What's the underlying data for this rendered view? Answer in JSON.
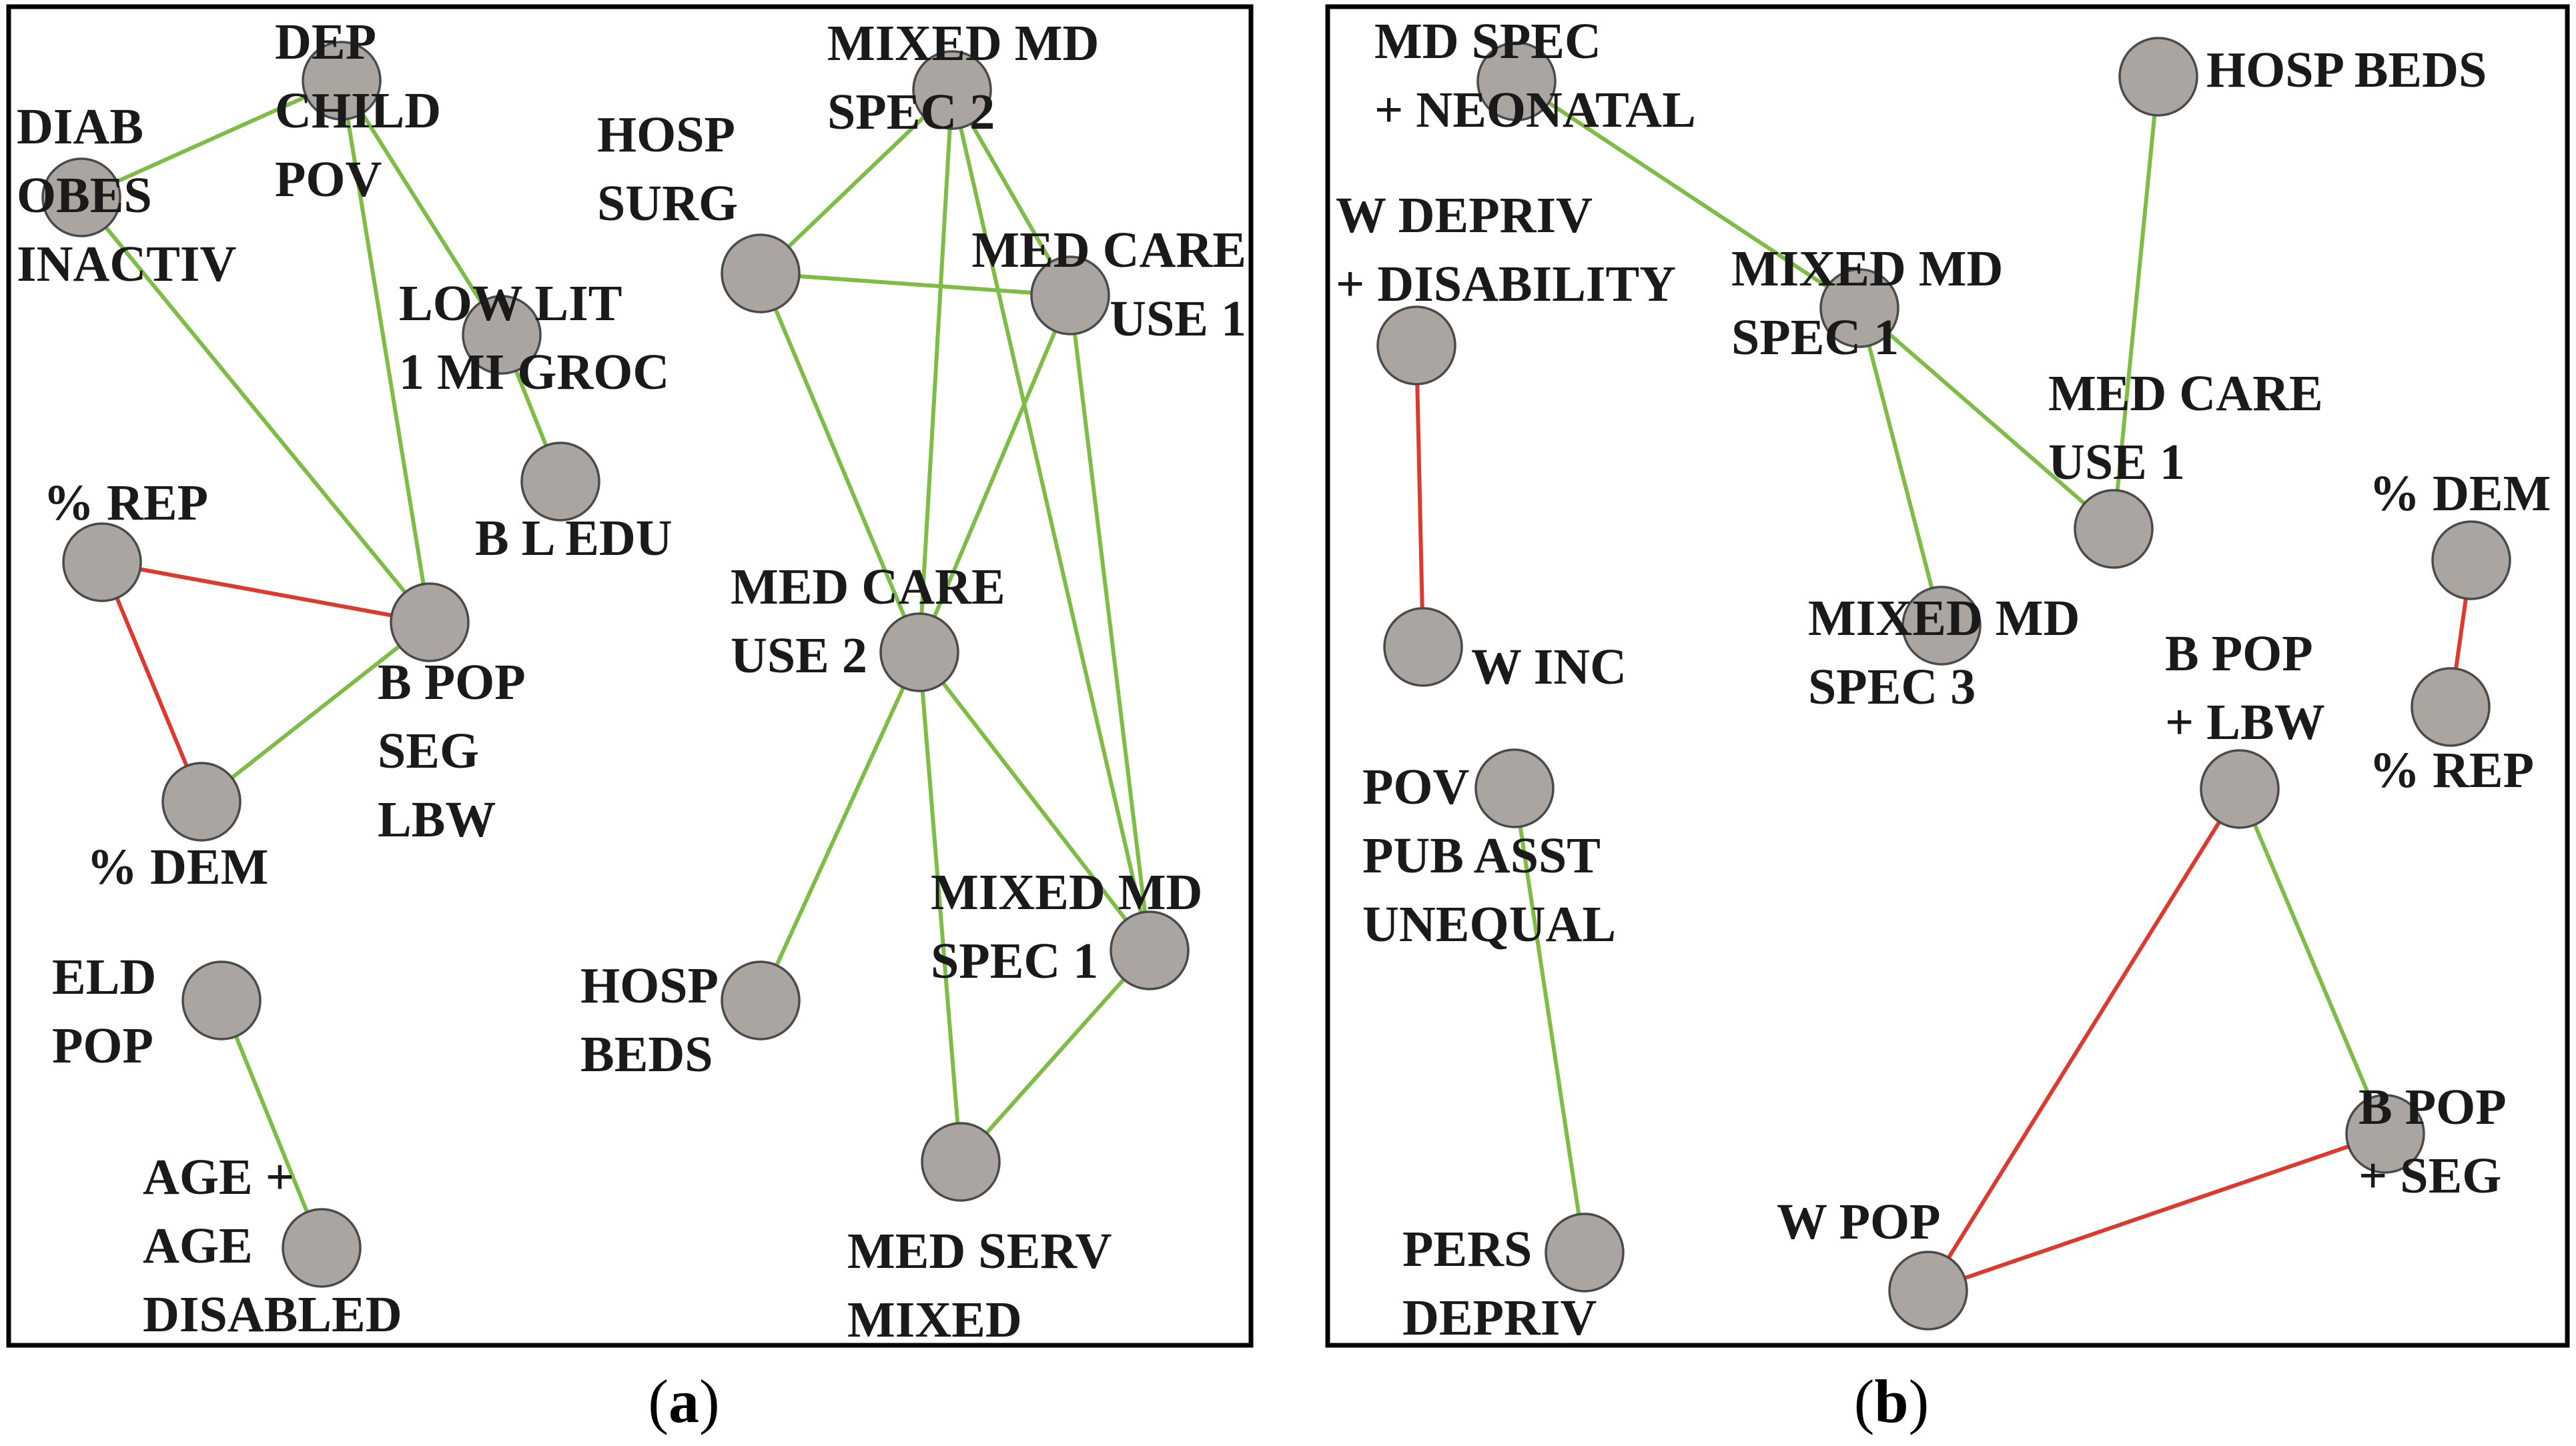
{
  "colors": {
    "positive_edge": "#7dbd45",
    "negative_edge": "#dc3a2f",
    "node_fill": "#aba5a2"
  },
  "panels": [
    {
      "id": "a",
      "label": "a",
      "nodes": [
        {
          "id": "dep-child-pov",
          "label": [
            "DEP",
            "CHILD",
            "POV"
          ]
        },
        {
          "id": "diab-obes-inactiv",
          "label": [
            "DIAB",
            "OBES",
            "INACTIV"
          ]
        },
        {
          "id": "low-lit",
          "label": [
            "LOW LIT",
            "1 MI GROC"
          ]
        },
        {
          "id": "b-l-edu",
          "label": [
            "B L EDU"
          ]
        },
        {
          "id": "pct-rep",
          "label": [
            "% REP"
          ]
        },
        {
          "id": "b-pop-seg-lbw",
          "label": [
            "B POP",
            "SEG",
            "LBW"
          ]
        },
        {
          "id": "pct-dem",
          "label": [
            "% DEM"
          ]
        },
        {
          "id": "eld-pop",
          "label": [
            "ELD",
            "POP"
          ]
        },
        {
          "id": "age-disabled",
          "label": [
            "AGE +",
            "AGE",
            "DISABLED"
          ]
        },
        {
          "id": "mixed-md-spec-2",
          "label": [
            "MIXED MD",
            "SPEC 2"
          ]
        },
        {
          "id": "hosp-surg",
          "label": [
            "HOSP",
            "SURG"
          ]
        },
        {
          "id": "med-care-use-1",
          "label": [
            "MED CARE",
            "USE 1"
          ]
        },
        {
          "id": "med-care-use-2",
          "label": [
            "MED CARE",
            "USE 2"
          ]
        },
        {
          "id": "hosp-beds",
          "label": [
            "HOSP",
            "BEDS"
          ]
        },
        {
          "id": "mixed-md-spec-1",
          "label": [
            "MIXED MD",
            "SPEC 1"
          ]
        },
        {
          "id": "med-serv-mixed",
          "label": [
            "MED SERV",
            "MIXED"
          ]
        }
      ],
      "edges": [
        {
          "from": "dep-child-pov",
          "to": "diab-obes-inactiv",
          "sign": "positive"
        },
        {
          "from": "dep-child-pov",
          "to": "low-lit",
          "sign": "positive"
        },
        {
          "from": "dep-child-pov",
          "to": "b-pop-seg-lbw",
          "sign": "positive"
        },
        {
          "from": "diab-obes-inactiv",
          "to": "b-pop-seg-lbw",
          "sign": "positive"
        },
        {
          "from": "low-lit",
          "to": "b-l-edu",
          "sign": "positive"
        },
        {
          "from": "pct-rep",
          "to": "b-pop-seg-lbw",
          "sign": "negative"
        },
        {
          "from": "pct-rep",
          "to": "pct-dem",
          "sign": "negative"
        },
        {
          "from": "pct-dem",
          "to": "b-pop-seg-lbw",
          "sign": "positive"
        },
        {
          "from": "eld-pop",
          "to": "age-disabled",
          "sign": "positive"
        },
        {
          "from": "mixed-md-spec-2",
          "to": "hosp-surg",
          "sign": "positive"
        },
        {
          "from": "mixed-md-spec-2",
          "to": "med-care-use-1",
          "sign": "positive"
        },
        {
          "from": "mixed-md-spec-2",
          "to": "med-care-use-2",
          "sign": "positive"
        },
        {
          "from": "mixed-md-spec-2",
          "to": "mixed-md-spec-1",
          "sign": "positive"
        },
        {
          "from": "hosp-surg",
          "to": "med-care-use-1",
          "sign": "positive"
        },
        {
          "from": "hosp-surg",
          "to": "med-care-use-2",
          "sign": "positive"
        },
        {
          "from": "med-care-use-1",
          "to": "med-care-use-2",
          "sign": "positive"
        },
        {
          "from": "med-care-use-1",
          "to": "mixed-md-spec-1",
          "sign": "positive"
        },
        {
          "from": "med-care-use-2",
          "to": "hosp-beds",
          "sign": "positive"
        },
        {
          "from": "med-care-use-2",
          "to": "mixed-md-spec-1",
          "sign": "positive"
        },
        {
          "from": "med-care-use-2",
          "to": "med-serv-mixed",
          "sign": "positive"
        },
        {
          "from": "mixed-md-spec-1",
          "to": "med-serv-mixed",
          "sign": "positive"
        }
      ]
    },
    {
      "id": "b",
      "label": "b",
      "nodes": [
        {
          "id": "md-spec-neonatal",
          "label": [
            "MD SPEC",
            "+ NEONATAL"
          ]
        },
        {
          "id": "hosp-beds-b",
          "label": [
            "HOSP BEDS"
          ]
        },
        {
          "id": "w-depriv",
          "label": [
            "W DEPRIV",
            "+ DISABILITY"
          ]
        },
        {
          "id": "mixed-md-spec-1-b",
          "label": [
            "MIXED MD",
            "SPEC 1"
          ]
        },
        {
          "id": "med-care-use-1-b",
          "label": [
            "MED CARE",
            "USE 1"
          ]
        },
        {
          "id": "pct-dem-b",
          "label": [
            "% DEM"
          ]
        },
        {
          "id": "w-inc",
          "label": [
            "W INC"
          ]
        },
        {
          "id": "mixed-md-spec-3",
          "label": [
            "MIXED MD",
            "SPEC 3"
          ]
        },
        {
          "id": "pct-rep-b",
          "label": [
            "% REP"
          ]
        },
        {
          "id": "b-pop-lbw",
          "label": [
            "B POP",
            "+ LBW"
          ]
        },
        {
          "id": "pov-pub-asst",
          "label": [
            "POV",
            "PUB ASST",
            "UNEQUAL"
          ]
        },
        {
          "id": "b-pop-seg",
          "label": [
            "B POP",
            "+ SEG"
          ]
        },
        {
          "id": "w-pop",
          "label": [
            "W POP"
          ]
        },
        {
          "id": "pers-depriv",
          "label": [
            "PERS",
            "DEPRIV"
          ]
        }
      ],
      "edges": [
        {
          "from": "md-spec-neonatal",
          "to": "mixed-md-spec-1-b",
          "sign": "positive"
        },
        {
          "from": "hosp-beds-b",
          "to": "med-care-use-1-b",
          "sign": "positive"
        },
        {
          "from": "w-depriv",
          "to": "w-inc",
          "sign": "negative"
        },
        {
          "from": "mixed-md-spec-1-b",
          "to": "med-care-use-1-b",
          "sign": "positive"
        },
        {
          "from": "mixed-md-spec-1-b",
          "to": "mixed-md-spec-3",
          "sign": "positive"
        },
        {
          "from": "pct-dem-b",
          "to": "pct-rep-b",
          "sign": "negative"
        },
        {
          "from": "b-pop-lbw",
          "to": "b-pop-seg",
          "sign": "positive"
        },
        {
          "from": "b-pop-lbw",
          "to": "w-pop",
          "sign": "negative"
        },
        {
          "from": "w-pop",
          "to": "b-pop-seg",
          "sign": "negative"
        },
        {
          "from": "pov-pub-asst",
          "to": "pers-depriv",
          "sign": "positive"
        }
      ]
    }
  ]
}
